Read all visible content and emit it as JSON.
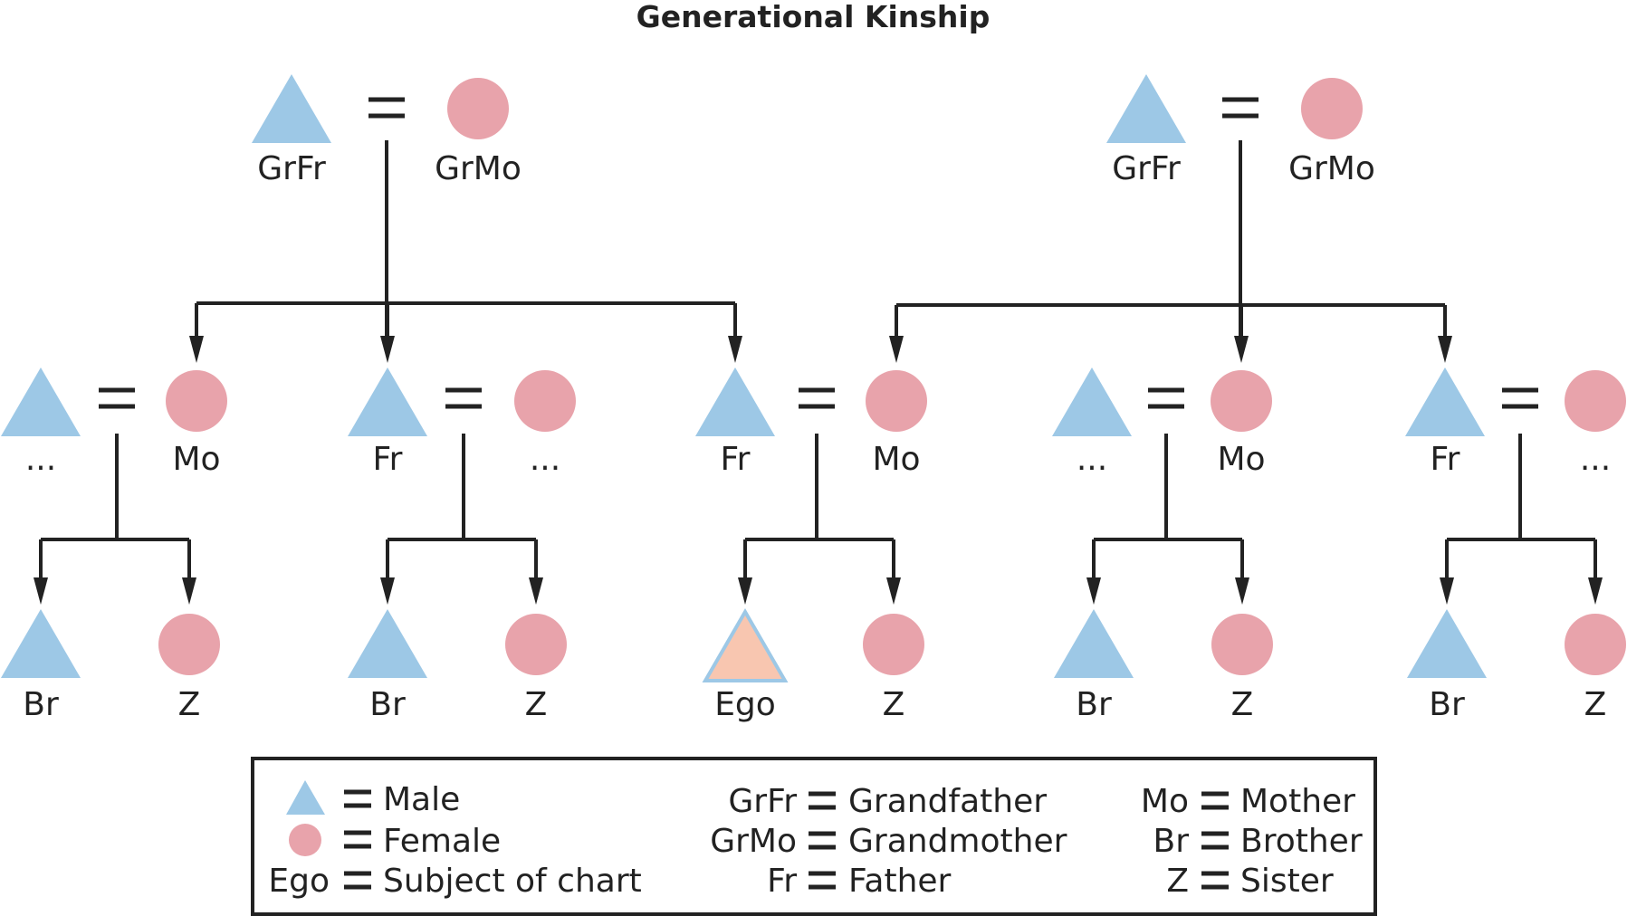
{
  "title": "Generational Kinship",
  "colors": {
    "male": "#9dc8e6",
    "female": "#e8a3ab",
    "ego_fill": "#f8c6b0",
    "ego_stroke": "#9dc8e6",
    "ink": "#222222"
  },
  "grandparents": [
    {
      "husband_label": "GrFr",
      "wife_label": "GrMo"
    },
    {
      "husband_label": "GrFr",
      "wife_label": "GrMo"
    }
  ],
  "parent_couples": [
    {
      "husband_label": "...",
      "wife_label": "Mo"
    },
    {
      "husband_label": "Fr",
      "wife_label": "..."
    },
    {
      "husband_label": "Fr",
      "wife_label": "Mo"
    },
    {
      "husband_label": "...",
      "wife_label": "Mo"
    },
    {
      "husband_label": "Fr",
      "wife_label": "..."
    }
  ],
  "children": [
    {
      "son_label": "Br",
      "daughter_label": "Z"
    },
    {
      "son_label": "Br",
      "daughter_label": "Z"
    },
    {
      "son_label": "Ego",
      "daughter_label": "Z",
      "son_is_ego": true
    },
    {
      "son_label": "Br",
      "daughter_label": "Z"
    },
    {
      "son_label": "Br",
      "daughter_label": "Z"
    }
  ],
  "legend": {
    "male": "Male",
    "female": "Female",
    "ego_key": "Ego",
    "ego": "Subject of chart",
    "grfr_key": "GrFr",
    "grfr": "Grandfather",
    "grmo_key": "GrMo",
    "grmo": "Grandmother",
    "fr_key": "Fr",
    "fr": "Father",
    "mo_key": "Mo",
    "mo": "Mother",
    "br_key": "Br",
    "br": "Brother",
    "z_key": "Z",
    "z": "Sister"
  }
}
